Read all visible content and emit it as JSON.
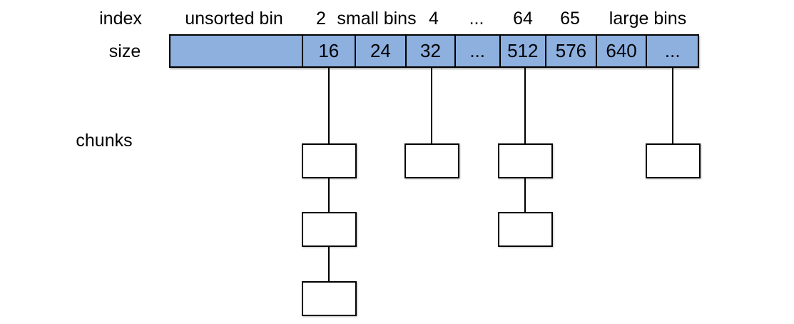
{
  "row_labels": {
    "index": "index",
    "size": "size",
    "chunks": "chunks"
  },
  "index_annotations": [
    {
      "id": "unsorted-bin",
      "text": "unsorted bin"
    },
    {
      "id": "index-2",
      "text": "2"
    },
    {
      "id": "small-bins",
      "text": "small bins"
    },
    {
      "id": "index-4",
      "text": "4"
    },
    {
      "id": "index-ellipsis",
      "text": "..."
    },
    {
      "id": "index-64",
      "text": "64"
    },
    {
      "id": "index-65",
      "text": "65"
    },
    {
      "id": "large-bins",
      "text": "large bins"
    }
  ],
  "size_cells": [
    {
      "label": "",
      "bin": "unsorted bin"
    },
    {
      "label": "16",
      "bin": "small bin index 2"
    },
    {
      "label": "24",
      "bin": "small bin"
    },
    {
      "label": "32",
      "bin": "small bin index 4"
    },
    {
      "label": "...",
      "bin": "ellipsis"
    },
    {
      "label": "512",
      "bin": "bin index 64"
    },
    {
      "label": "576",
      "bin": "bin index 65"
    },
    {
      "label": "640",
      "bin": "large bin"
    },
    {
      "label": "...",
      "bin": "ellipsis"
    }
  ],
  "chunk_chains": [
    {
      "under_size": "16",
      "chunk_count": 3
    },
    {
      "under_size": "32",
      "chunk_count": 1
    },
    {
      "under_size": "512",
      "chunk_count": 2
    },
    {
      "under_size": "...",
      "chunk_count": 1
    }
  ],
  "colors": {
    "bin_fill": "#8DB0DF",
    "border": "#000000",
    "chunk_fill": "#FFFFFF",
    "background": "#FFFFFF"
  }
}
